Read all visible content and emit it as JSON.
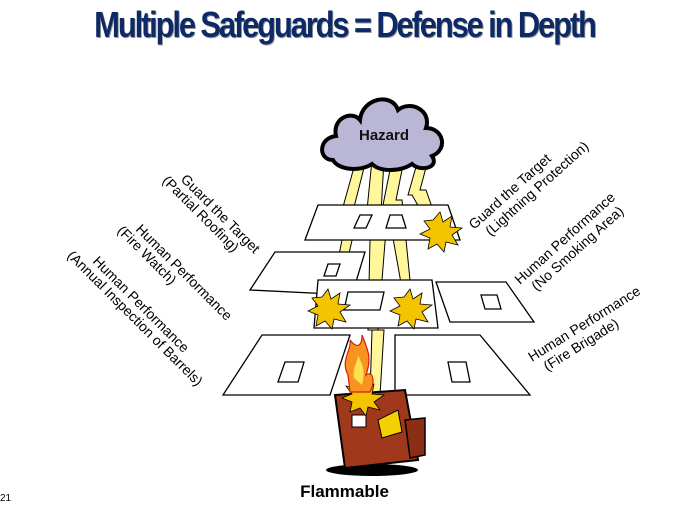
{
  "title": "Multiple Safeguards = Defense in Depth",
  "hazard_label": "Hazard",
  "target_label": "Flammable",
  "slide_number": "21",
  "safeguards": [
    {
      "line1": "Guard the Target",
      "line2": "(Partial Roofing)",
      "side": "left"
    },
    {
      "line1": "Human Performance",
      "line2": "(Fire Watch)",
      "side": "left"
    },
    {
      "line1": "Human Performance",
      "line2": "(Annual Inspection of Barrels)",
      "side": "left"
    },
    {
      "line1": "Guard the Target",
      "line2": "(Lightning Protection)",
      "side": "right"
    },
    {
      "line1": "Human Performance",
      "line2": "(No Smoking Area)",
      "side": "right"
    },
    {
      "line1": "Human Performance",
      "line2": "(Fire Brigade)",
      "side": "right"
    }
  ],
  "colors": {
    "title": "#0d2a66",
    "cloud": "#b9b6d6",
    "lightning": "#fff799",
    "burst": "#f5c400",
    "barrel": "#a0391c"
  }
}
